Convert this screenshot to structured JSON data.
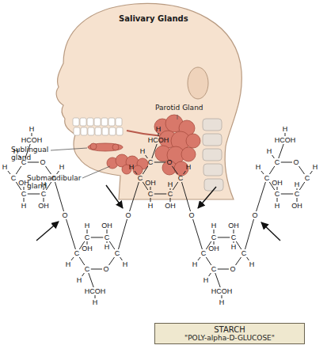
{
  "diagram": {
    "title": "Salivary Glands",
    "nodes": [
      {
        "text": [
          "STARCH",
          "\"POLY-alpha-D-GLUCOSE\""
        ]
      }
    ],
    "labels": [
      "Parotid Gland",
      "Sublingual gland",
      "Submandibular gland",
      "H",
      "HCOH",
      "C",
      "O",
      "C",
      "C",
      "C",
      "C",
      "H",
      "H",
      "H",
      "H",
      "OH",
      "OH",
      "H",
      "O",
      "H",
      "HCOH",
      "C",
      "O",
      "C",
      "C",
      "C",
      "C",
      "H",
      "H",
      "H",
      "H",
      "OH",
      "OH",
      "H",
      "O",
      "H",
      "HCOH",
      "C",
      "O",
      "C",
      "C",
      "C",
      "C",
      "H",
      "H",
      "H",
      "H",
      "OH",
      "OH",
      "H",
      "O",
      "H",
      "HCOH",
      "C",
      "O",
      "C",
      "C",
      "C",
      "C",
      "H",
      "H",
      "H",
      "H",
      "OH",
      "OH",
      "H",
      "O",
      "H",
      "HCOH",
      "C",
      "O",
      "C",
      "C",
      "C",
      "C",
      "H",
      "H",
      "H",
      "H",
      "OH",
      "OH",
      "H"
    ]
  }
}
